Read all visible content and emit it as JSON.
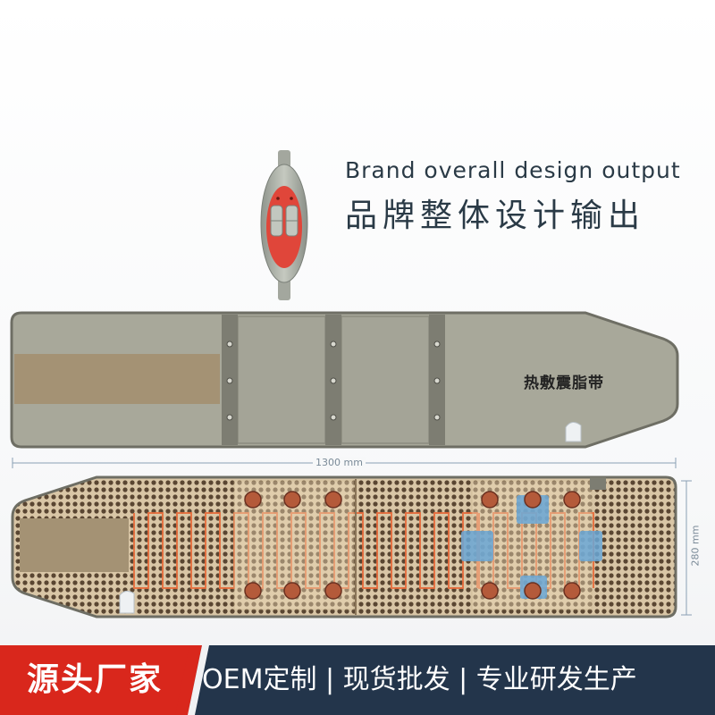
{
  "headline": {
    "english": "Brand overall design output",
    "chinese": "品牌整体设计输出"
  },
  "product_label": "热敷震脂带",
  "dimensions": {
    "length": "1300 mm",
    "height": "280 mm"
  },
  "footer": {
    "left_text": "源头厂家",
    "right_text": "OEM定制 | 现货批发 | 专业研发生产",
    "left_color": "#d9271c",
    "right_color": "#23354b"
  },
  "colors": {
    "belt_outer": "#a8a89a",
    "belt_border": "#6e6e64",
    "mesh_beige": "#d9c6a6",
    "heating_wire": "#e76a3a",
    "controller_red": "#e0463a"
  }
}
